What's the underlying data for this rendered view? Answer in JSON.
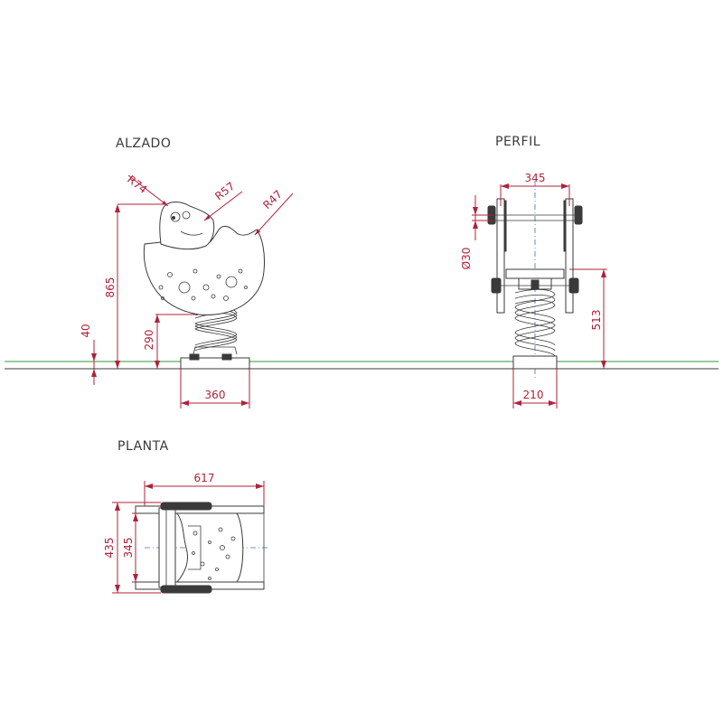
{
  "views": {
    "alzado": "ALZADO",
    "perfil": "PERFIL",
    "planta": "PLANTA"
  },
  "dimensions": {
    "alzado": {
      "r74": "R74",
      "r57": "R57",
      "r47": "R47",
      "h865": "865",
      "h40": "40",
      "h290": "290",
      "w360": "360"
    },
    "perfil": {
      "w345": "345",
      "d30": "Ø30",
      "h513": "513",
      "w210": "210"
    },
    "planta": {
      "w617": "617",
      "h435": "435",
      "h345": "345"
    }
  },
  "colors": {
    "dimension": "#b0223a",
    "outline": "#3a3a3a",
    "ground": "#2f9a3a",
    "axis": "#4a6fb0"
  }
}
